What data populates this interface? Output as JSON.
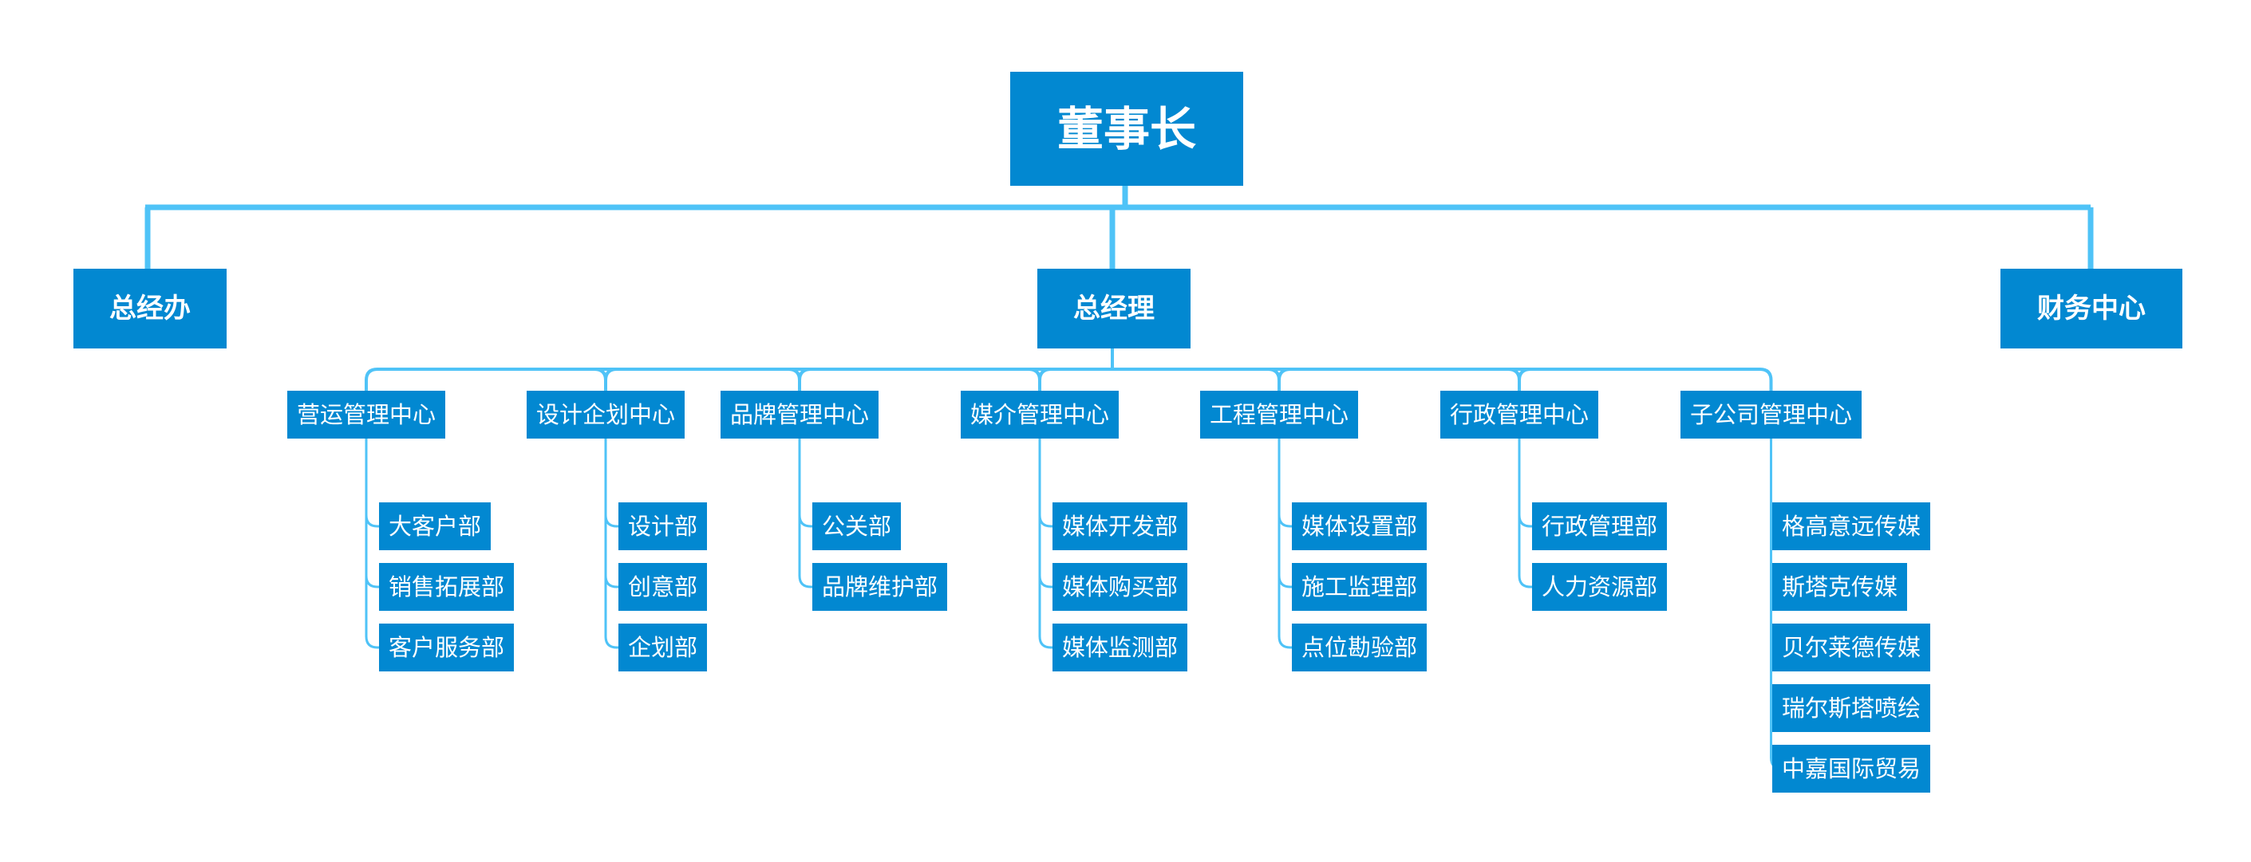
{
  "colors": {
    "box_fill": "#0288d1",
    "box_text": "#ffffff",
    "connector": "#4fc3f7"
  },
  "org": {
    "root": "董事长",
    "level1": [
      "总经办",
      "总经理",
      "财务中心"
    ],
    "centers": [
      {
        "name": "营运管理中心",
        "departments": [
          "大客户部",
          "销售拓展部",
          "客户服务部"
        ]
      },
      {
        "name": "设计企划中心",
        "departments": [
          "设计部",
          "创意部",
          "企划部"
        ]
      },
      {
        "name": "品牌管理中心",
        "departments": [
          "公关部",
          "品牌维护部"
        ]
      },
      {
        "name": "媒介管理中心",
        "departments": [
          "媒体开发部",
          "媒体购买部",
          "媒体监测部"
        ]
      },
      {
        "name": "工程管理中心",
        "departments": [
          "媒体设置部",
          "施工监理部",
          "点位勘验部"
        ]
      },
      {
        "name": "行政管理中心",
        "departments": [
          "行政管理部",
          "人力资源部"
        ]
      },
      {
        "name": "子公司管理中心",
        "departments": [
          "格高意远传媒",
          "斯塔克传媒",
          "贝尔莱德传媒",
          "瑞尔斯塔喷绘",
          "中嘉国际贸易"
        ]
      }
    ]
  }
}
